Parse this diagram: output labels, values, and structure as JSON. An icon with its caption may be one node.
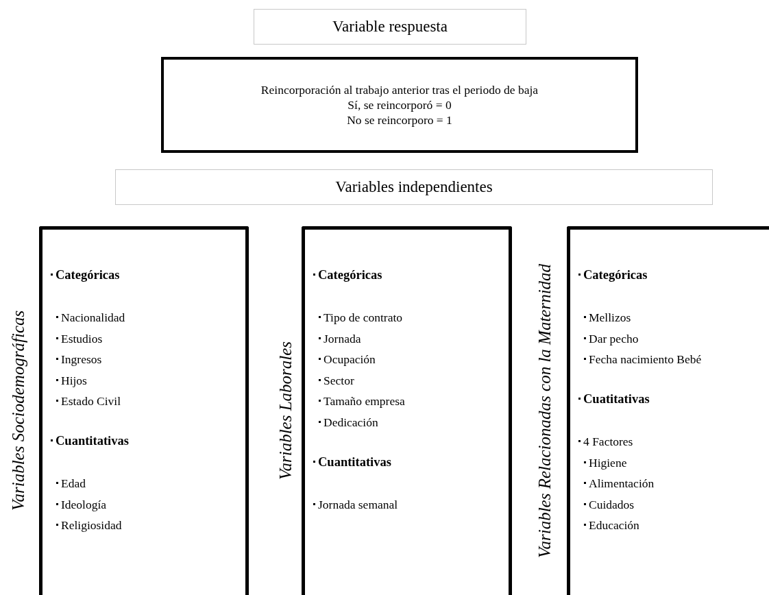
{
  "diagram": {
    "nodes": [
      {
        "text": [
          "Variable respuesta"
        ]
      },
      {
        "text": [
          "Reincorporación al trabajo anterior tras el periodo de baja",
          "Sí, se reincorporó = 0",
          "No se reincorporo = 1"
        ]
      },
      {
        "text": [
          "Variables independientes"
        ]
      },
      {
        "text": [
          "Variables Sociodemográficas",
          "Categóricas",
          "Nacionalidad",
          "Estudios",
          "Ingresos",
          "Hijos",
          "Estado Civil",
          "Cuantitativas",
          "Edad",
          "Ideología",
          "Religiosidad"
        ]
      },
      {
        "text": [
          "Variables Laborales",
          "Categóricas",
          "Tipo de contrato",
          "Jornada",
          "Ocupación",
          "Sector",
          "Tamaño empresa",
          "Dedicación",
          "Cuantitativas",
          "Jornada semanal"
        ]
      },
      {
        "text": [
          "Variables Relacionadas con la Maternidad",
          "Categóricas",
          "Mellizos",
          "Dar pecho",
          "Fecha nacimiento Bebé",
          "Cuatitativas",
          "4 Factores",
          "Higiene",
          "Alimentación",
          "Cuidados",
          "Educación"
        ]
      }
    ],
    "edges": []
  }
}
